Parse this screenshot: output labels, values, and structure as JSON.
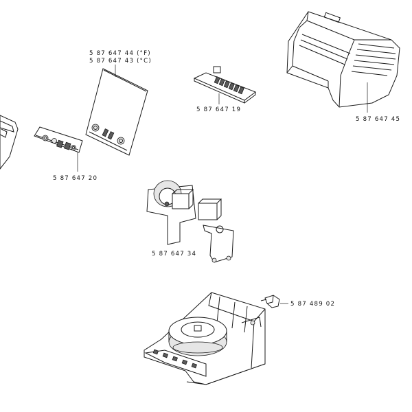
{
  "parts": {
    "control_panel": {
      "label": "5 87 647 20"
    },
    "pcb_board": {
      "label_1": "5 87 647 44 (°F)",
      "label_2": "5 87 647 43 (°C)"
    },
    "terminal_strip": {
      "label": "5 87 647 19"
    },
    "housing_cover": {
      "label": "5 87 647 45"
    },
    "valve_assembly": {
      "label": "5 87 647 34"
    },
    "knob_clip": {
      "label": "5 87 489 02"
    }
  }
}
